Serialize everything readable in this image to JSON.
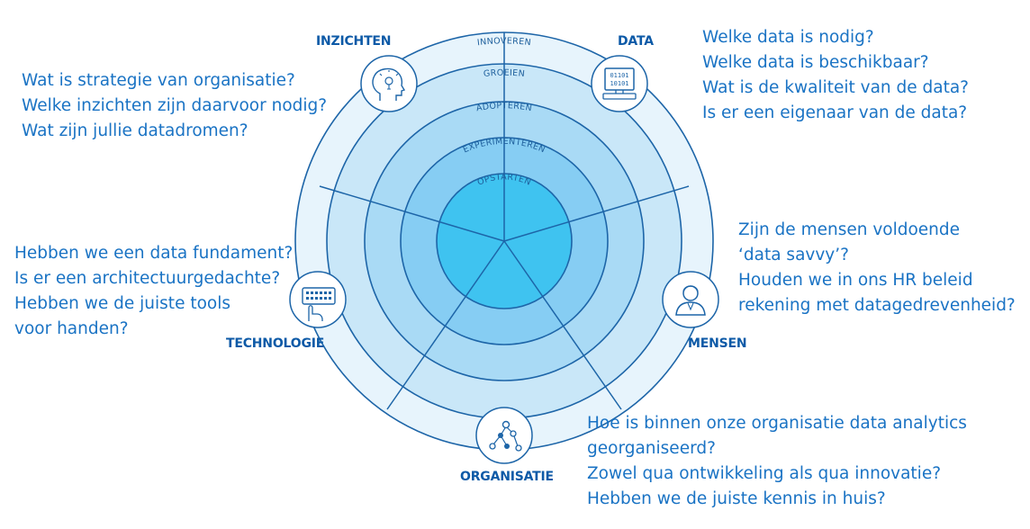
{
  "colors": {
    "ring_outer": "#e7f4fc",
    "ring_2": "#c9e7f8",
    "ring_3": "#a9daf5",
    "ring_4": "#86cdf3",
    "core": "#3fc3f0",
    "stroke": "#1d65a8",
    "text_blue": "#1a73c4",
    "label_blue": "#0d5aa7"
  },
  "rings": [
    "INNOVEREN",
    "GROEIEN",
    "ADOPTEREN",
    "EXPERIMENTEREN",
    "OPSTARTEN"
  ],
  "segments": {
    "inzichten": {
      "label": "INZICHTEN",
      "icon": "head-idea-icon",
      "questions": [
        "Wat is strategie van organisatie?",
        "Welke inzichten zijn daarvoor nodig?",
        "Wat zijn jullie datadromen?"
      ]
    },
    "data": {
      "label": "DATA",
      "icon": "binary-monitor-icon",
      "questions": [
        "Welke data is nodig?",
        "Welke data is beschikbaar?",
        "Wat is de kwaliteit van de data?",
        "Is er een eigenaar van de data?"
      ]
    },
    "mensen": {
      "label": "MENSEN",
      "icon": "person-icon",
      "questions": [
        "Zijn de mensen voldoende",
        "‘data savvy’?",
        "Houden we in ons HR beleid",
        "rekening met datagedrevenheid?"
      ]
    },
    "organisatie": {
      "label": "ORGANISATIE",
      "icon": "network-icon",
      "questions": [
        "Hoe is binnen onze organisatie data analytics",
        "georganiseerd?",
        "Zowel qua ontwikkeling als qua innovatie?",
        "Hebben we de juiste kennis in huis?"
      ]
    },
    "technologie": {
      "label": "TECHNOLOGIE",
      "icon": "keyboard-hand-icon",
      "questions": [
        "Hebben we een data fundament?",
        "Is er een architectuurgedachte?",
        "Hebben we de juiste tools",
        "voor handen?"
      ]
    }
  }
}
